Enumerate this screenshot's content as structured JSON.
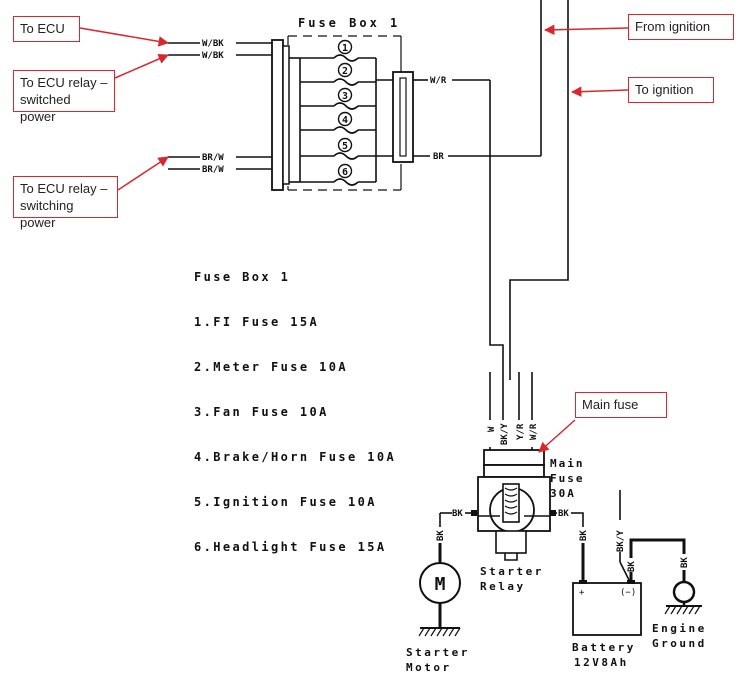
{
  "callouts": {
    "to_ecu": "To ECU",
    "ecu_relay_switched": [
      "To ECU relay –",
      "switched power"
    ],
    "ecu_relay_switching": [
      "To ECU relay –",
      "switching power"
    ],
    "from_ignition": "From ignition",
    "to_ignition": "To ignition",
    "main_fuse": "Main fuse"
  },
  "fuse_box": {
    "title": "Fuse Box 1",
    "fuse_numbers": [
      "1",
      "2",
      "3",
      "4",
      "5",
      "6"
    ],
    "left_wires": [
      "W/BK",
      "W/BK",
      "BR/W",
      "BR/W"
    ],
    "right_wires": [
      "W/R",
      "BR"
    ]
  },
  "legend": {
    "title": "Fuse Box 1",
    "items": [
      "1.FI Fuse 15A",
      "2.Meter Fuse 10A",
      "3.Fan Fuse 10A",
      "4.Brake/Horn Fuse 10A",
      "5.Ignition Fuse 10A",
      "6.Headlight Fuse 15A"
    ]
  },
  "main_fuse": {
    "wires": [
      "W",
      "BK/Y",
      "Y/R",
      "W/R"
    ],
    "label_lines": [
      "Main",
      "Fuse",
      "30A"
    ]
  },
  "starter_relay": [
    "Starter",
    "Relay"
  ],
  "starter_motor": {
    "symbol": "M",
    "label_lines": [
      "Starter",
      "Motor"
    ]
  },
  "battery": {
    "plus": "+",
    "minus": "(−)",
    "label_lines": [
      "Battery",
      "12V8Ah"
    ]
  },
  "engine_ground": [
    "Engine",
    "Ground"
  ],
  "wire_labels": {
    "bk": "BK",
    "bky": "BK/Y"
  },
  "colors": {
    "callout_red": "#d8282e",
    "wire": "#111111"
  }
}
